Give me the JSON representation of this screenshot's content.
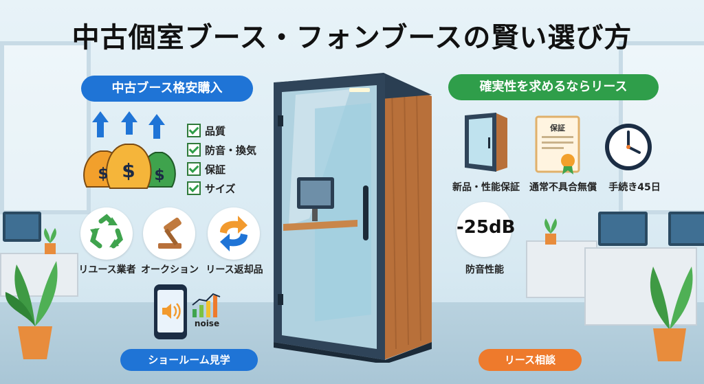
{
  "title": "中古個室ブース・フォンブースの賢い選び方",
  "left": {
    "header": "中古ブース格安購入",
    "checks": [
      "品質",
      "防音・換気",
      "保証",
      "サイズ"
    ],
    "sources": [
      "リユース業者",
      "オークション",
      "リース返却品"
    ],
    "noise_label": "noise",
    "footer": "ショールーム見学"
  },
  "right": {
    "header": "確実性を求めるならリース",
    "features": [
      "新品・性能保証",
      "通常不具合無償",
      "手続き45日"
    ],
    "certificate_label": "保証",
    "db_value": "-25dB",
    "db_label": "防音性能",
    "footer": "リース相談"
  },
  "colors": {
    "blue": "#1f74d6",
    "green": "#2f9e4a",
    "orange": "#ee7a2c",
    "wood": "#b8703a"
  }
}
